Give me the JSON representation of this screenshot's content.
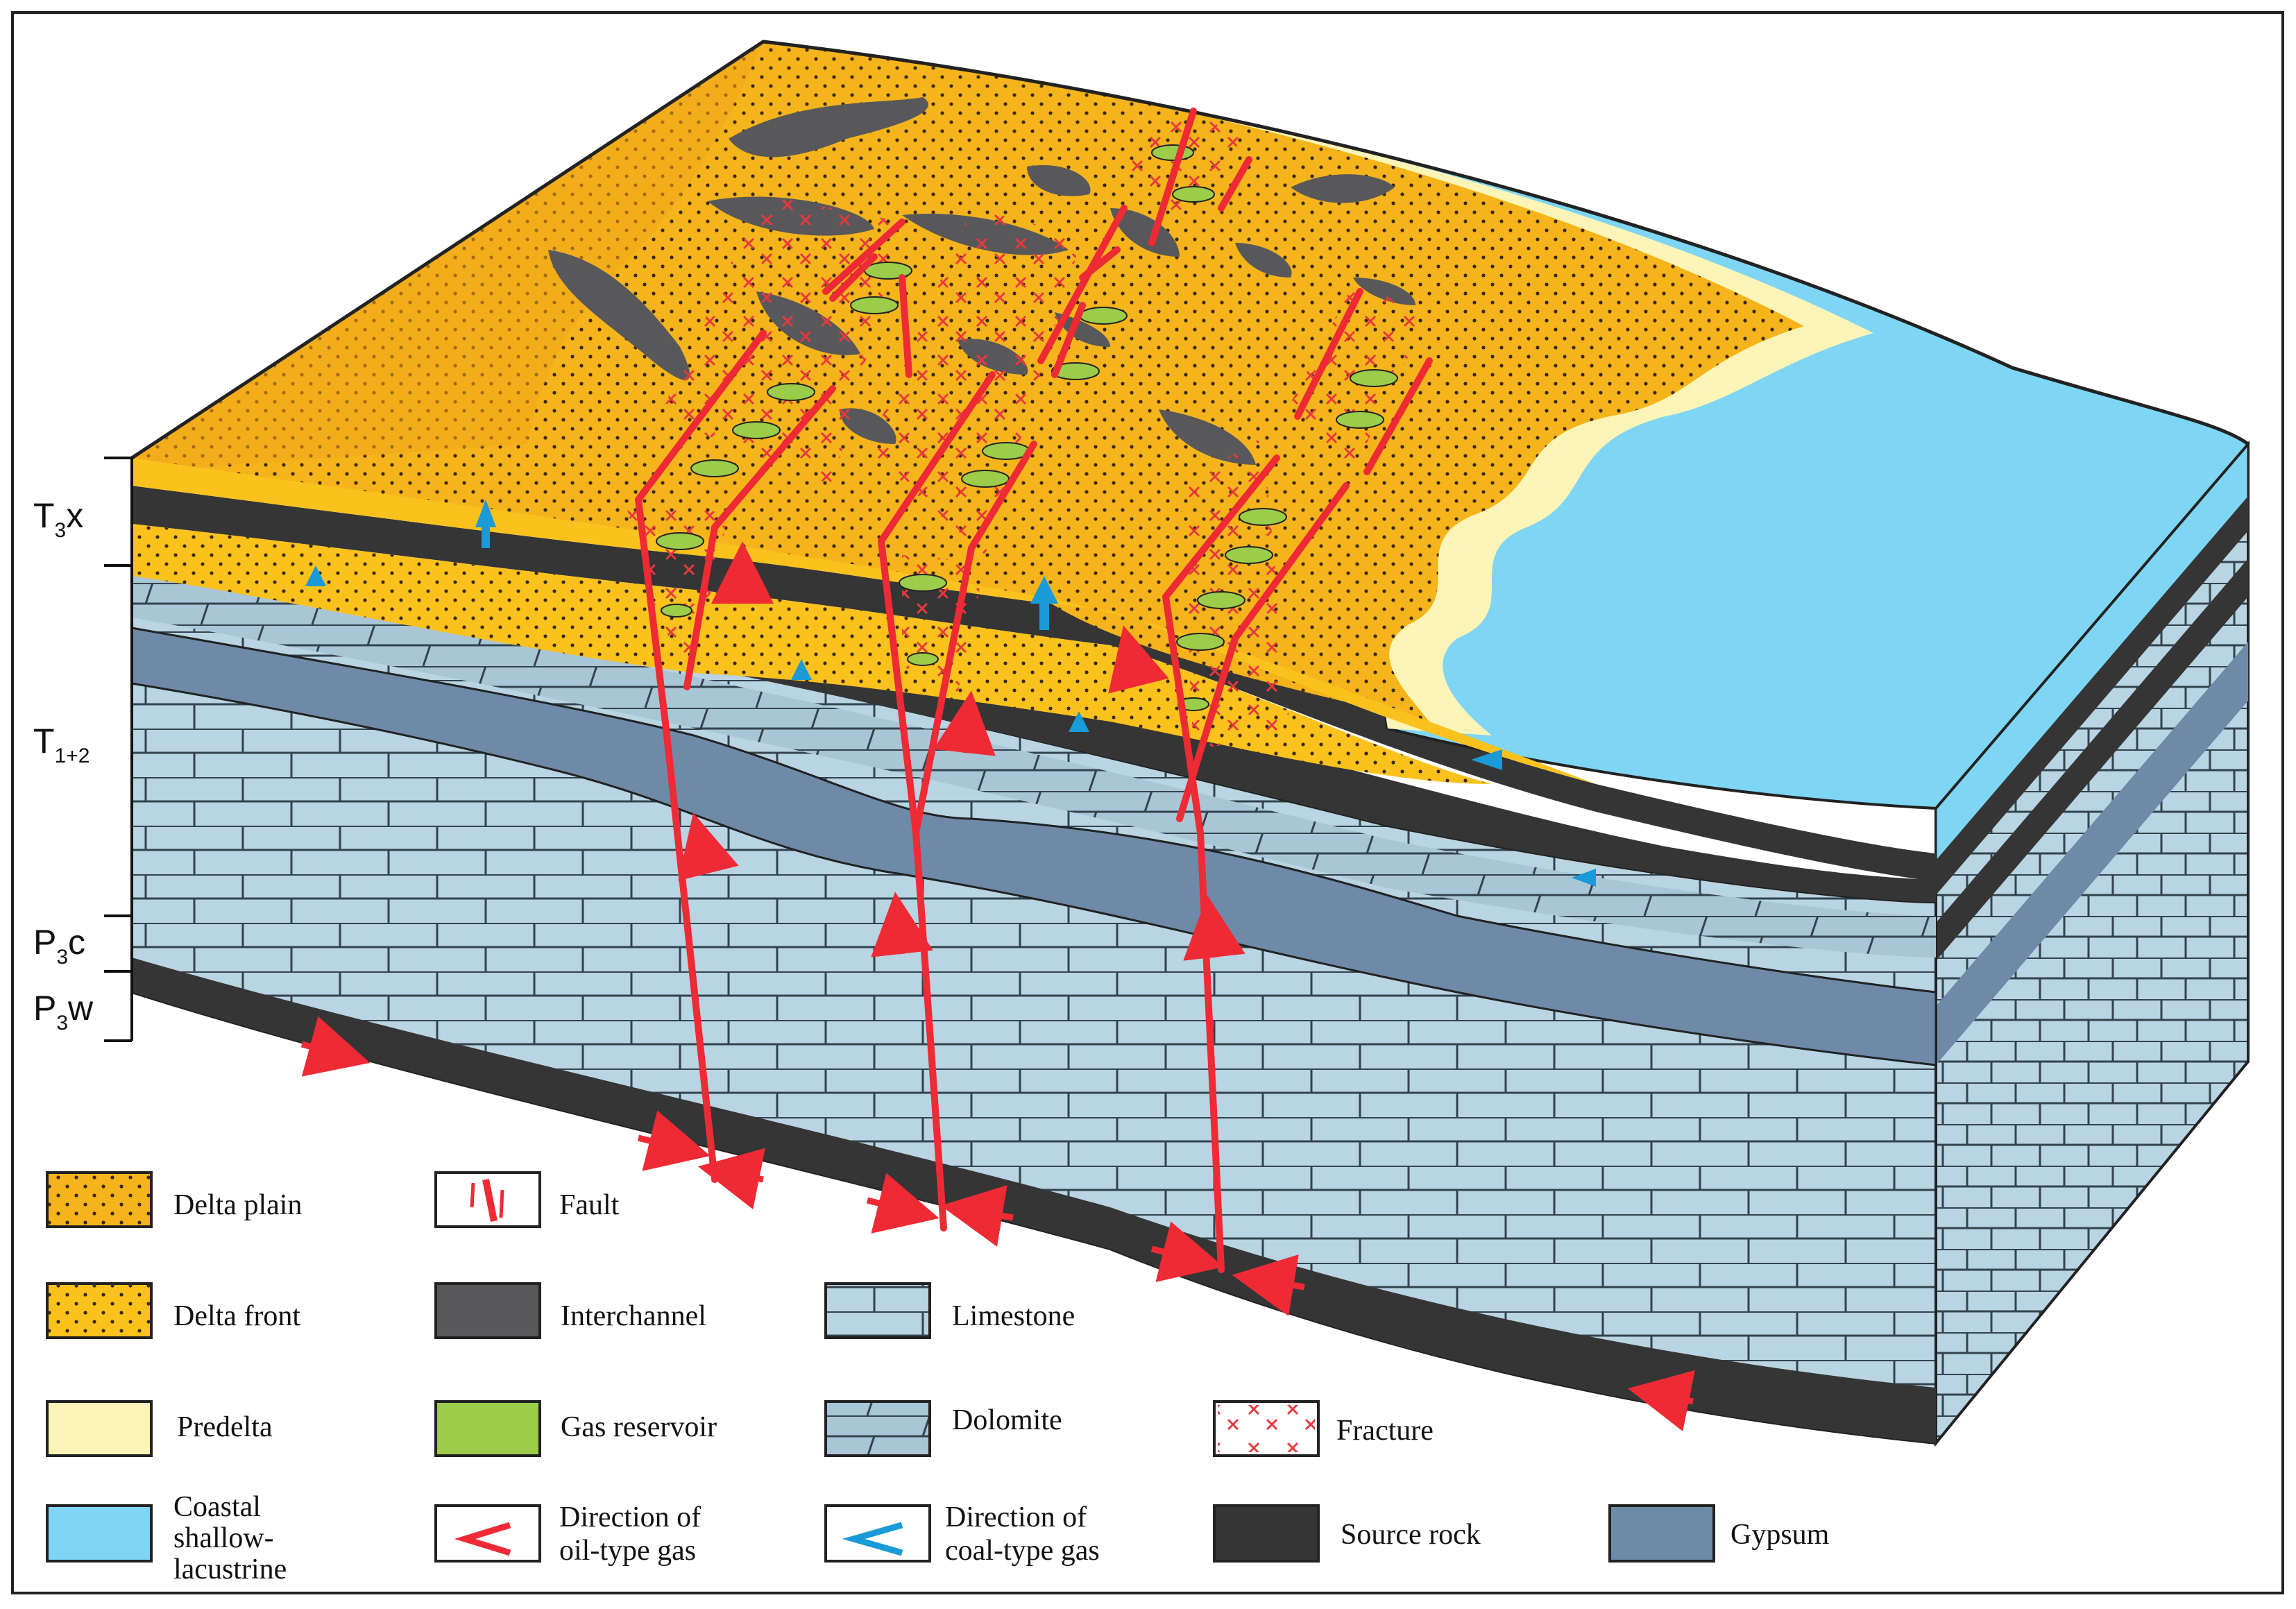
{
  "strata": {
    "t3x": {
      "main": "T",
      "sub": "3",
      "tail": "x"
    },
    "t12": {
      "main": "T",
      "sub": "1+2",
      "tail": ""
    },
    "p3c": {
      "main": "P",
      "sub": "3",
      "tail": "c"
    },
    "p3w": {
      "main": "P",
      "sub": "3",
      "tail": "w"
    }
  },
  "legend": {
    "delta_plain": "Delta plain",
    "delta_front": "Delta front",
    "predelta": "Predelta",
    "coastal_line1": "Coastal",
    "coastal_line2": "shallow-",
    "coastal_line3": "lacustrine",
    "fault": "Fault",
    "interchannel": "Interchannel",
    "gas_reservoir": "Gas reservoir",
    "oil_gas_line1": "Direction of",
    "oil_gas_line2": "oil-type gas",
    "limestone": "Limestone",
    "dolomite": "Dolomite",
    "coal_gas_line1": "Direction of",
    "coal_gas_line2": "coal-type gas",
    "fracture": "Fracture",
    "source_rock": "Source rock",
    "gypsum": "Gypsum"
  },
  "colors": {
    "delta_plain": "#f5b41c",
    "delta_front": "#fbc21e",
    "predelta": "#fdf5b8",
    "coastal": "#7fd6f4",
    "interchannel": "#58585a",
    "gas_reservoir": "#9bcc4a",
    "limestone": "#b9d4e2",
    "dolomite": "#a9c6d6",
    "gypsum": "#6f8aa8",
    "source_rock": "#353535",
    "fault": "#ee2a34",
    "coal_gas": "#1a9ad6",
    "fracture": "#e8383d"
  }
}
